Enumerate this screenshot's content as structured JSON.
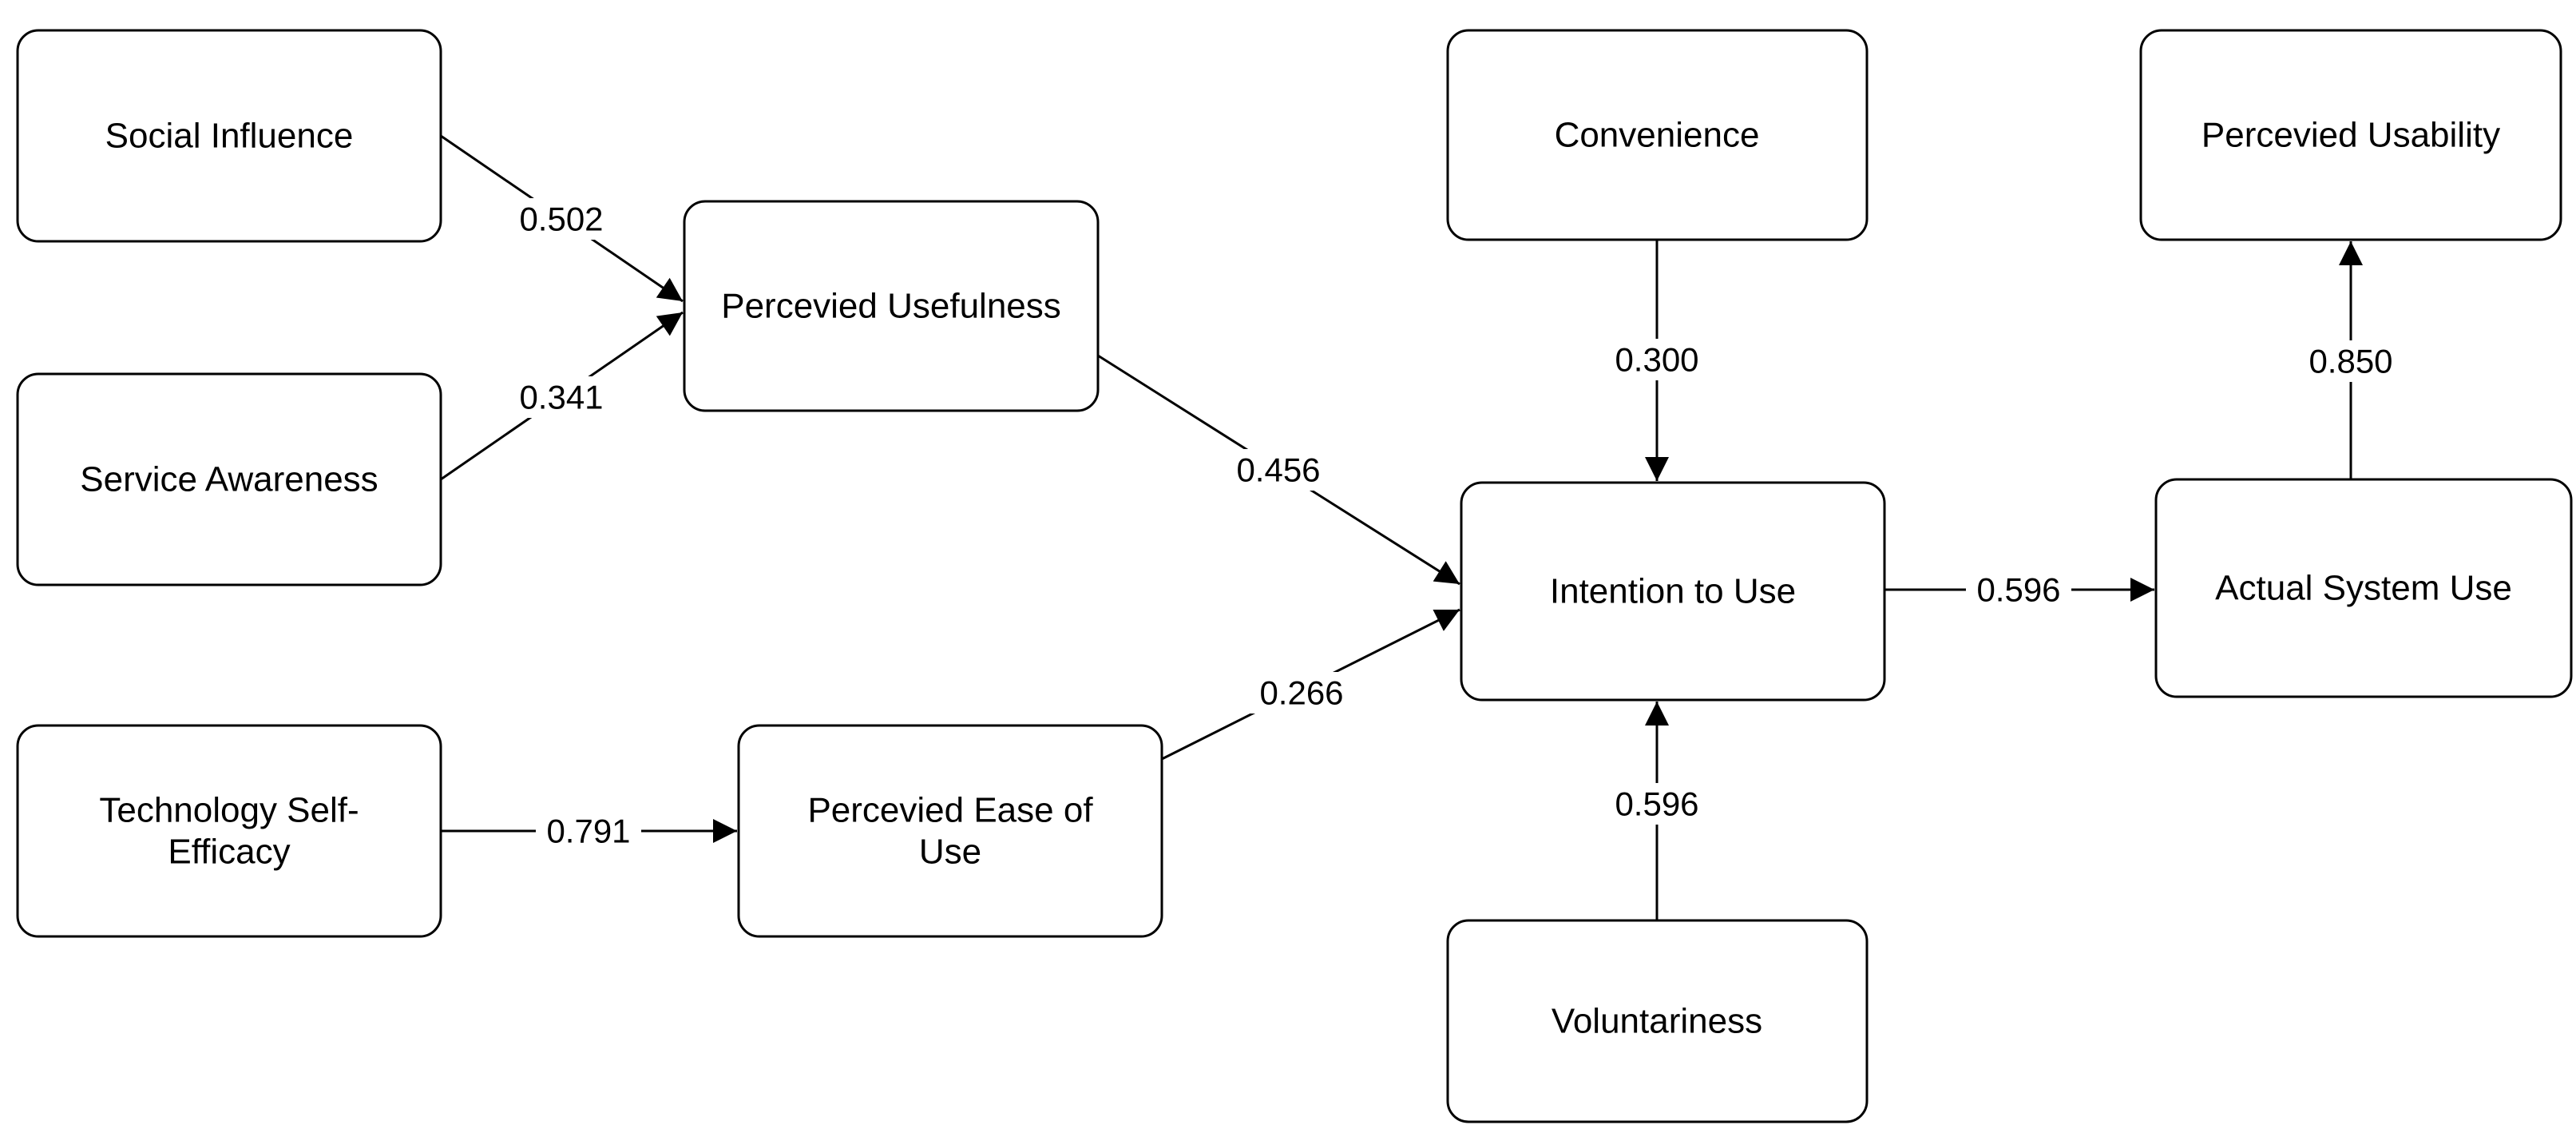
{
  "diagram": {
    "type": "path-model",
    "background_color": "#ffffff",
    "node_fill_color": "#ffffff",
    "stroke_color": "#000000",
    "text_color": "#000000",
    "nodes": [
      {
        "id": "social-influence",
        "label": "Social Influence",
        "lines": [
          "Social Influence"
        ]
      },
      {
        "id": "service-awareness",
        "label": "Service Awareness",
        "lines": [
          "Service Awareness"
        ]
      },
      {
        "id": "technology-self-efficacy",
        "label": "Technology Self-Efficacy",
        "lines": [
          "Technology Self-",
          "Efficacy"
        ]
      },
      {
        "id": "percevied-usefulness",
        "label": "Percevied Usefulness",
        "lines": [
          "Percevied Usefulness"
        ]
      },
      {
        "id": "percevied-ease-of-use",
        "label": "Percevied Ease of Use",
        "lines": [
          "Percevied Ease of",
          "Use"
        ]
      },
      {
        "id": "convenience",
        "label": "Convenience",
        "lines": [
          "Convenience"
        ]
      },
      {
        "id": "intention-to-use",
        "label": "Intention to Use",
        "lines": [
          "Intention to Use"
        ]
      },
      {
        "id": "voluntariness",
        "label": "Voluntariness",
        "lines": [
          "Voluntariness"
        ]
      },
      {
        "id": "actual-system-use",
        "label": "Actual System Use",
        "lines": [
          "Actual System Use"
        ]
      },
      {
        "id": "percevied-usability",
        "label": "Percevied Usability",
        "lines": [
          "Percevied Usability"
        ]
      }
    ],
    "edges": [
      {
        "from": "social-influence",
        "to": "percevied-usefulness",
        "label": "0.502"
      },
      {
        "from": "service-awareness",
        "to": "percevied-usefulness",
        "label": "0.341"
      },
      {
        "from": "technology-self-efficacy",
        "to": "percevied-ease-of-use",
        "label": "0.791"
      },
      {
        "from": "percevied-usefulness",
        "to": "intention-to-use",
        "label": "0.456"
      },
      {
        "from": "percevied-ease-of-use",
        "to": "intention-to-use",
        "label": "0.266"
      },
      {
        "from": "convenience",
        "to": "intention-to-use",
        "label": "0.300"
      },
      {
        "from": "voluntariness",
        "to": "intention-to-use",
        "label": "0.596"
      },
      {
        "from": "intention-to-use",
        "to": "actual-system-use",
        "label": "0.596"
      },
      {
        "from": "actual-system-use",
        "to": "percevied-usability",
        "label": "0.850"
      }
    ]
  }
}
